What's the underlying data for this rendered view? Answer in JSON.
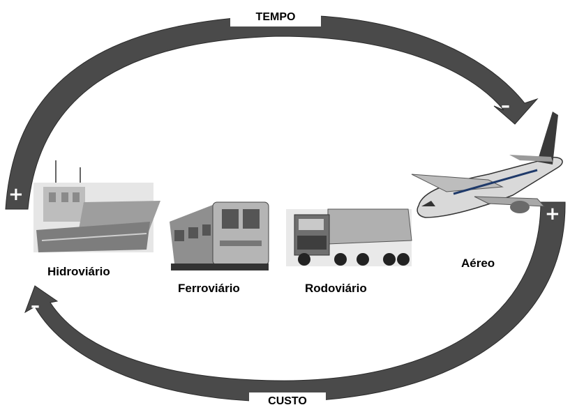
{
  "axes": {
    "top_label": "TEMPO",
    "bottom_label": "CUSTO"
  },
  "signs": {
    "top_left": "+",
    "top_right": "–",
    "bottom_right": "+",
    "bottom_left": "–"
  },
  "modes": [
    {
      "id": "hidroviario",
      "label": "Hidroviário"
    },
    {
      "id": "ferroviario",
      "label": "Ferroviário"
    },
    {
      "id": "rodoviario",
      "label": "Rodoviário"
    },
    {
      "id": "aereo",
      "label": "Aéreo"
    }
  ],
  "colors": {
    "arrow": "#4a4a4a",
    "arrow_edge": "#2a2a2a",
    "background": "#ffffff"
  }
}
